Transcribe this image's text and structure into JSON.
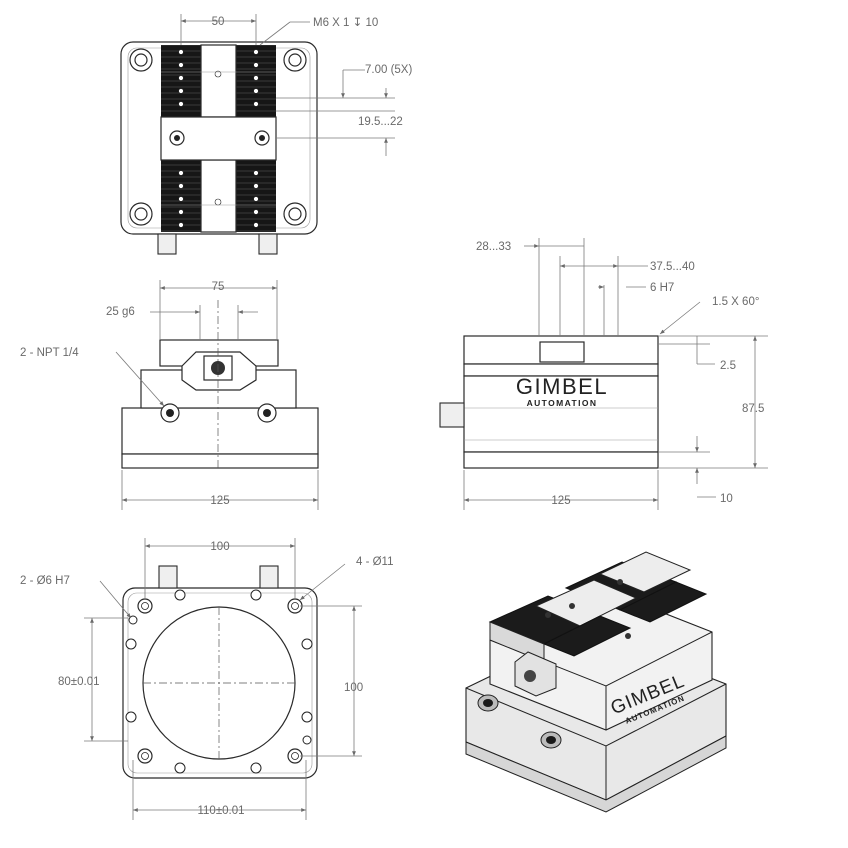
{
  "top_view": {
    "dim_width": "50",
    "thread_callout": "M6 X 1 ↧ 10",
    "dim_pitch": "7.00 (5X)",
    "dim_range": "19.5...22"
  },
  "front_view": {
    "dim_top_width": "75",
    "dim_fit": "25 g6",
    "port_callout": "2 - NPT 1/4",
    "dim_base_width": "125"
  },
  "side_view": {
    "dim_a": "28...33",
    "dim_b": "37.5...40",
    "dim_c": "6 H7",
    "chamfer_callout": "1.5 X 60°",
    "dim_d": "2.5",
    "dim_height": "87.5",
    "dim_base": "10",
    "dim_width": "125",
    "brand_name": "GIMBEL",
    "brand_sub": "AUTOMATION"
  },
  "bottom_view": {
    "dim_hole_spacing": "100",
    "dowel_callout": "2 - Ø6 H7",
    "hole_callout": "4 - Ø11",
    "dim_vertical_left": "80±0.01",
    "dim_vertical_right": "100",
    "dim_bottom": "110±0.01"
  },
  "iso_view": {
    "brand_name": "GIMBEL",
    "brand_sub": "AUTOMATION"
  }
}
